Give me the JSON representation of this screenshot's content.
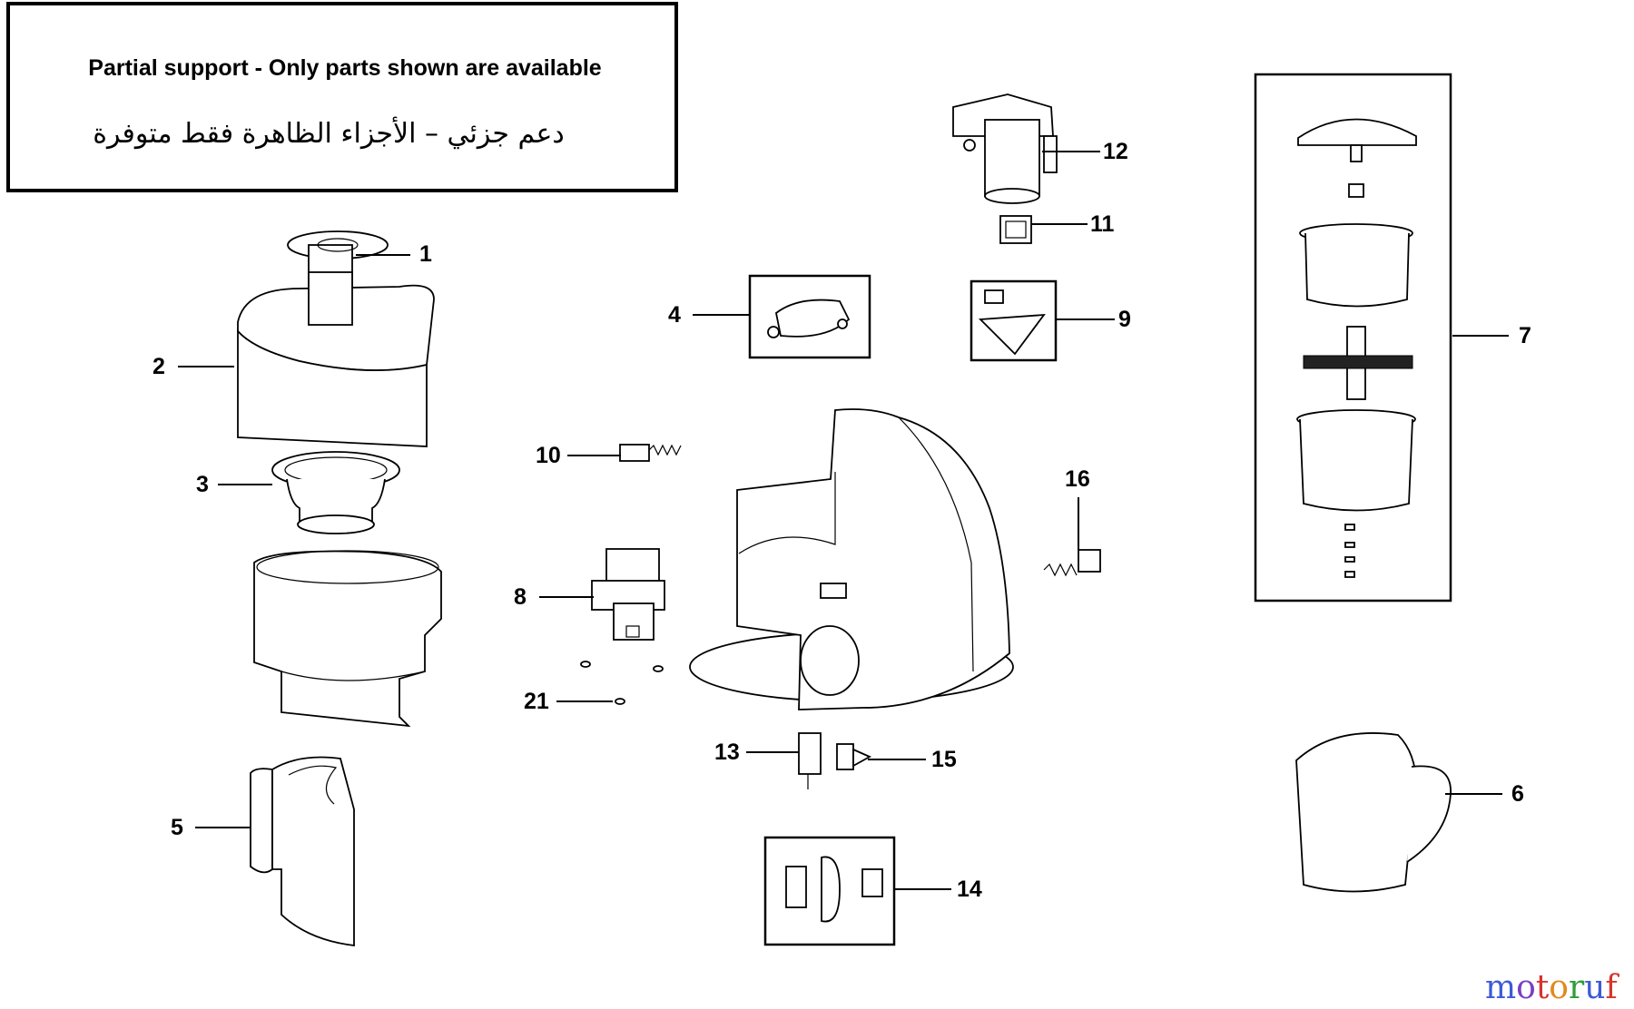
{
  "notice": {
    "line1": "Partial support - Only parts shown are available",
    "line2": "دعم جزئي – الأجزاء الظاهرة فقط متوفرة"
  },
  "callouts": {
    "c1": "1",
    "c2": "2",
    "c3": "3",
    "c4": "4",
    "c5": "5",
    "c6": "6",
    "c7": "7",
    "c8": "8",
    "c9": "9",
    "c10": "10",
    "c11": "11",
    "c12": "12",
    "c13": "13",
    "c14": "14",
    "c15": "15",
    "c16": "16",
    "c21": "21"
  },
  "watermark": {
    "text": "motoruf",
    "colors": [
      "#3b5bd6",
      "#7a3fc4",
      "#d6342f",
      "#e08a1e",
      "#2f9c3a",
      "#3b5bd6",
      "#d6342f"
    ]
  }
}
